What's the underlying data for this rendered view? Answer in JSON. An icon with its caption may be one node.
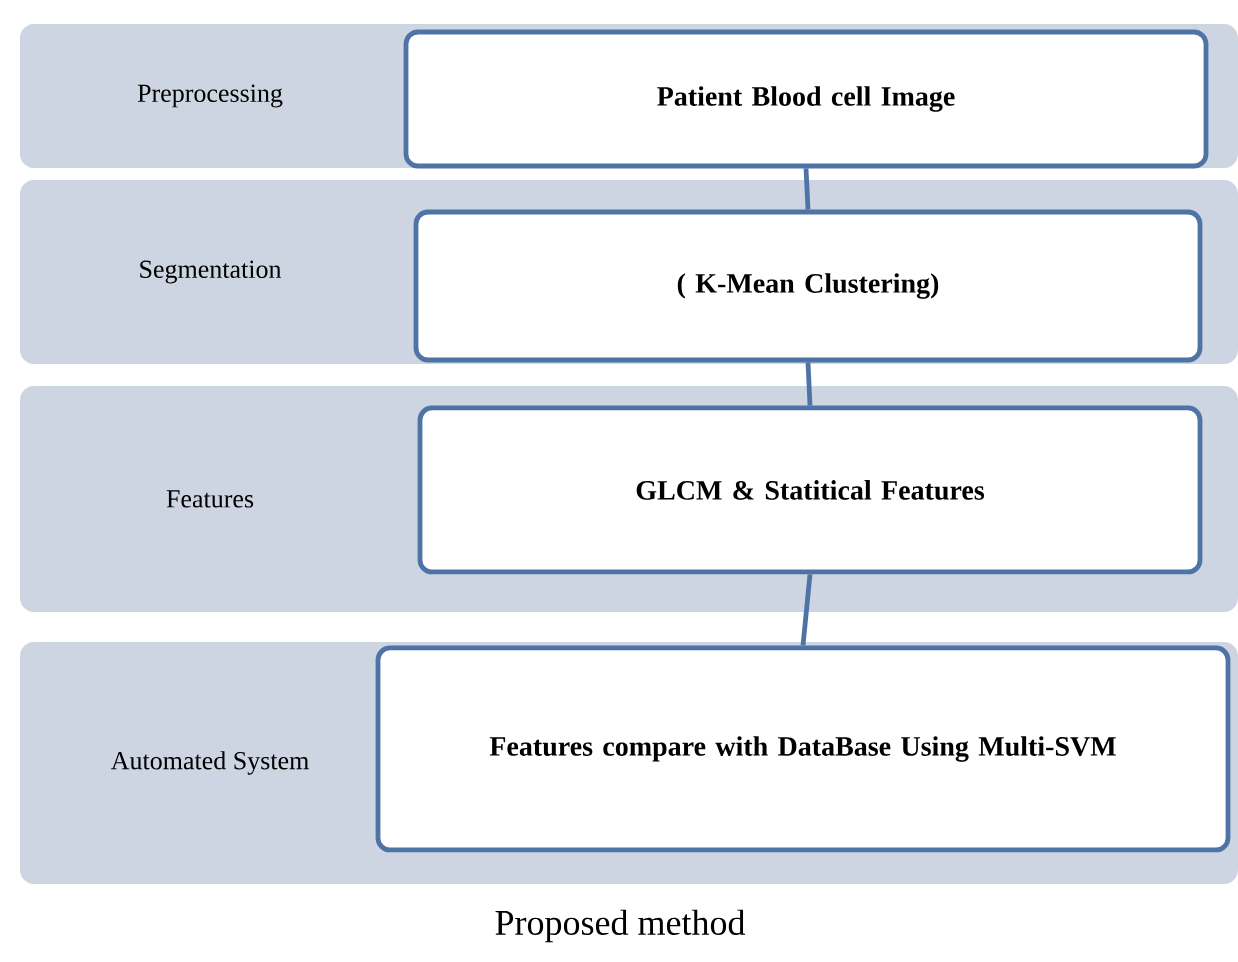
{
  "diagram": {
    "caption": "Proposed method",
    "nodes": [
      {
        "text": [
          "Preprocessing"
        ]
      },
      {
        "text": [
          "Patient Blood cell Image"
        ],
        "in": 0
      },
      {
        "text": [
          "Segmentation"
        ]
      },
      {
        "text": [
          "( K-Mean Clustering)"
        ],
        "in": 2
      },
      {
        "text": [
          "Features"
        ]
      },
      {
        "text": [
          "GLCM & Statitical Features"
        ],
        "in": 4
      },
      {
        "text": [
          "Automated System"
        ]
      },
      {
        "text": [
          "Features compare with DataBase Using Multi-SVM"
        ],
        "in": 6
      }
    ],
    "edges": [
      {
        "from": 1,
        "to": 3,
        "arrow": "none"
      },
      {
        "from": 3,
        "to": 5,
        "arrow": "none"
      },
      {
        "from": 5,
        "to": 7,
        "arrow": "none"
      }
    ]
  }
}
